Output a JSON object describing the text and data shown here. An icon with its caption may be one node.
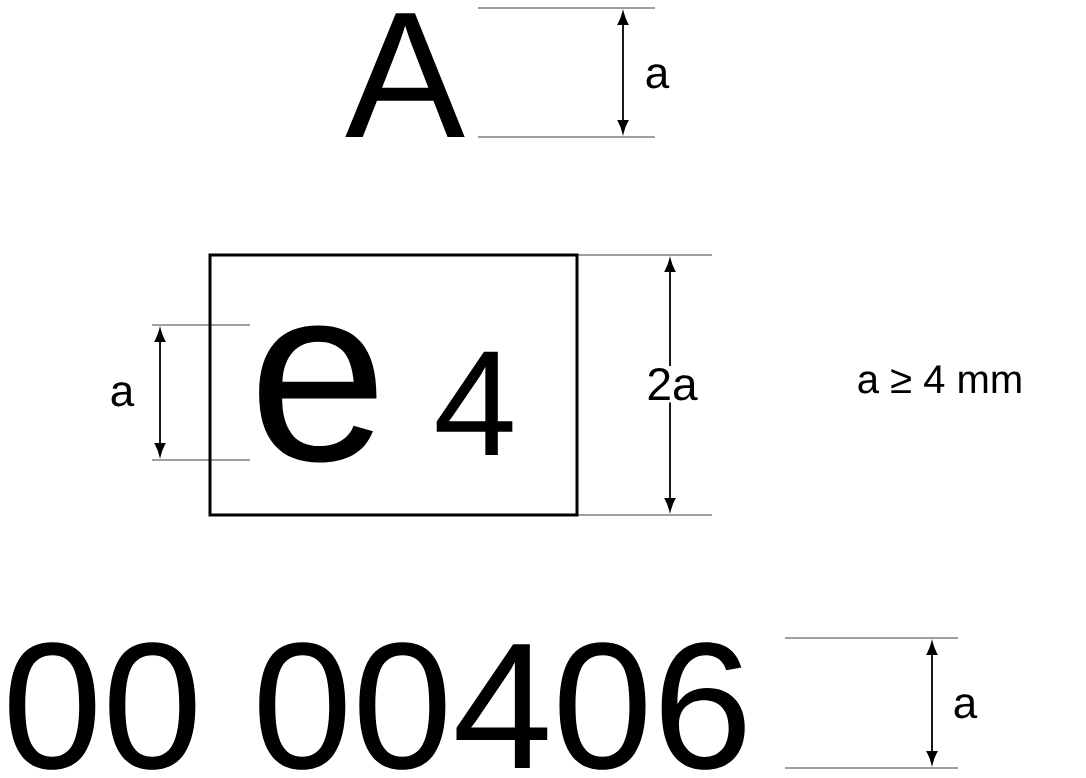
{
  "diagram": {
    "nodes": [
      {
        "text": [
          "e",
          "4"
        ]
      }
    ],
    "labels": [
      "A",
      "a",
      "a",
      "2a",
      "a ≥ 4 mm",
      "00 00406",
      "a"
    ]
  }
}
